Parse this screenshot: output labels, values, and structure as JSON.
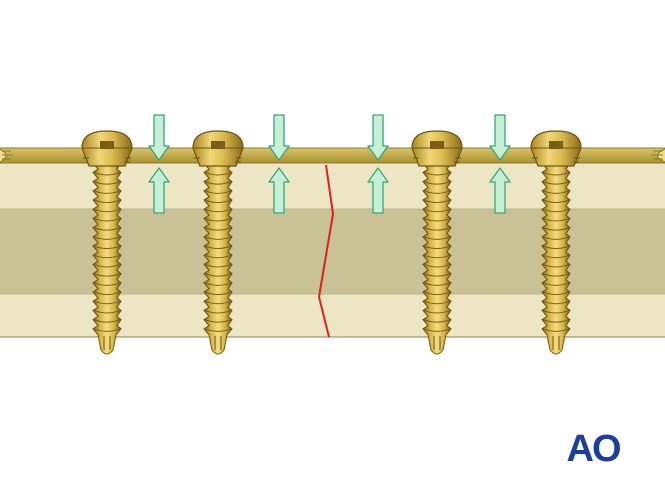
{
  "figure": {
    "logo_text": "AO",
    "colors": {
      "background": "#ffffff",
      "bone_cortex": "#ece6c5",
      "bone_medulla": "#c9c297",
      "bone_outline": "#bdb58c",
      "plate": "#c8b45a",
      "plate_edge": "#8c7a2c",
      "screw_light": "#f3dc82",
      "screw_mid": "#d6b548",
      "screw_dark": "#8a6c1a",
      "fracture": "#e0201b",
      "arrow_fill": "#c6f0d6",
      "arrow_stroke": "#3aa57a",
      "logo": "#1c3f9a"
    },
    "screws": [
      {
        "name": "screw-1"
      },
      {
        "name": "screw-2"
      },
      {
        "name": "screw-3"
      },
      {
        "name": "screw-4"
      }
    ],
    "compression_arrows": [
      {
        "name": "compression-arrow-pair-1"
      },
      {
        "name": "compression-arrow-pair-2"
      },
      {
        "name": "compression-arrow-pair-3"
      },
      {
        "name": "compression-arrow-pair-4"
      }
    ]
  }
}
